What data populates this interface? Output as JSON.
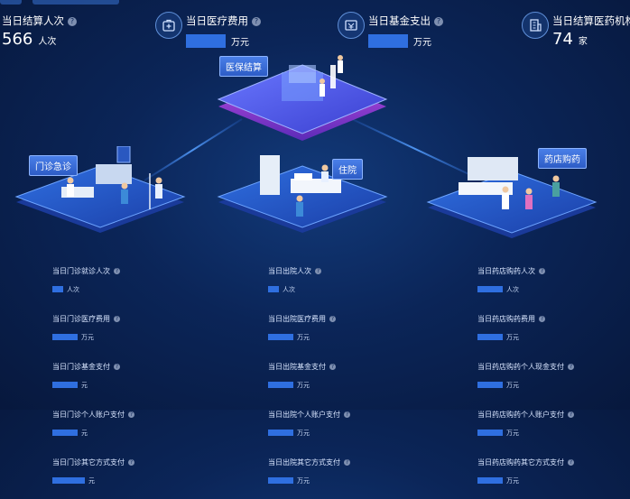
{
  "stats": [
    {
      "label": "当日结算人次",
      "value": "566",
      "unit": "人次"
    },
    {
      "label": "当日医疗费用",
      "value": "",
      "unit": "万元",
      "icon": "medical-bag-icon"
    },
    {
      "label": "当日基金支出",
      "value": "",
      "unit": "万元",
      "icon": "funds-icon"
    },
    {
      "label": "当日结算医药机构",
      "value": "74",
      "unit": "家",
      "icon": "building-icon"
    }
  ],
  "tags": {
    "center": "医保结算",
    "outpatient": "门诊急诊",
    "inpatient": "住院",
    "pharmacy": "药店购药"
  },
  "outpatient_metrics": [
    {
      "label": "当日门诊就诊人次",
      "unit": "人次"
    },
    {
      "label": "当日门诊医疗费用",
      "unit": "万元"
    },
    {
      "label": "当日门诊基金支付",
      "unit": "元"
    },
    {
      "label": "当日门诊个人账户支付",
      "unit": "元"
    },
    {
      "label": "当日门诊其它方式支付",
      "unit": "元"
    }
  ],
  "inpatient_metrics": [
    {
      "label": "当日出院人次",
      "unit": "人次"
    },
    {
      "label": "当日出院医疗费用",
      "unit": "万元"
    },
    {
      "label": "当日出院基金支付",
      "unit": "万元"
    },
    {
      "label": "当日出院个人账户支付",
      "unit": "万元"
    },
    {
      "label": "当日出院其它方式支付",
      "unit": "万元"
    }
  ],
  "pharmacy_metrics": [
    {
      "label": "当日药店购药人次",
      "unit": "人次"
    },
    {
      "label": "当日药店购药费用",
      "unit": "万元"
    },
    {
      "label": "当日药店购药个人现金支付",
      "unit": "万元"
    },
    {
      "label": "当日药店购药个人账户支付",
      "unit": "万元"
    },
    {
      "label": "当日药店购药其它方式支付",
      "unit": "万元"
    }
  ],
  "help_glyph": "?"
}
